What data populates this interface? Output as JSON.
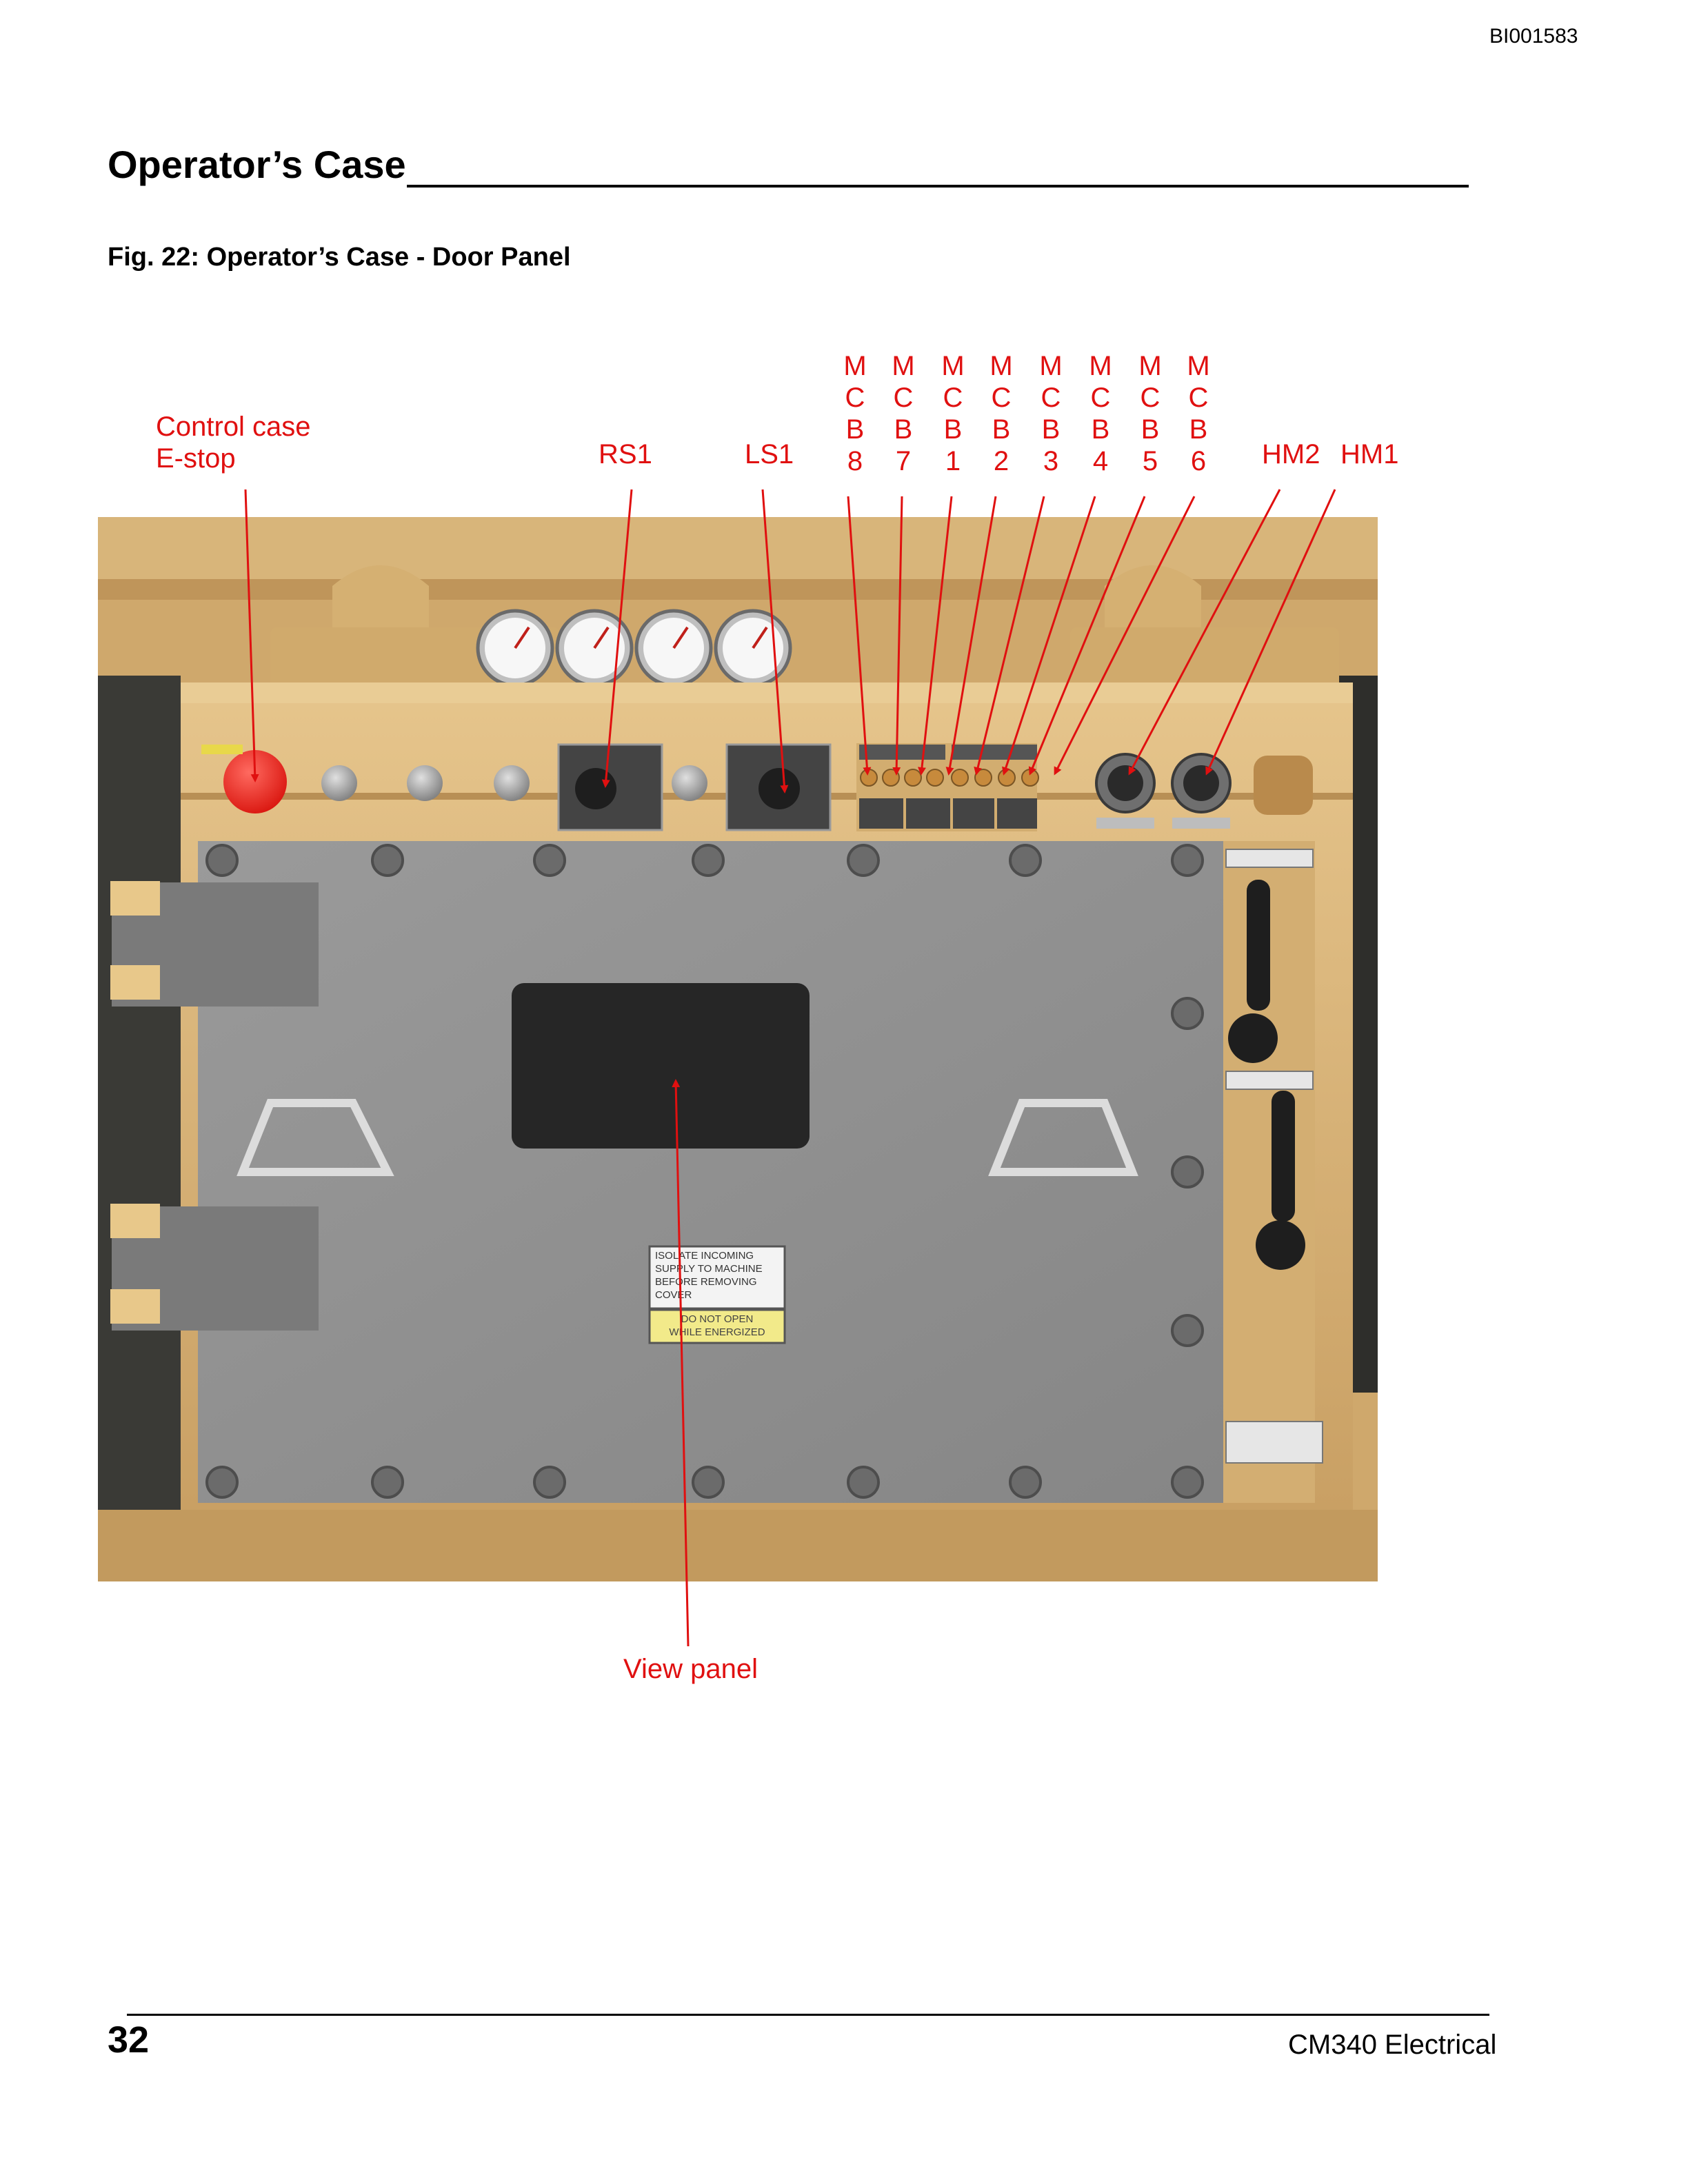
{
  "header": {
    "doc_id": "BI001583"
  },
  "section": {
    "title": "Operator’s Case"
  },
  "figure": {
    "caption": "Fig. 22:  Operator’s Case - Door Panel",
    "callouts": {
      "estop_line1": "Control case",
      "estop_line2": "E-stop",
      "rs1": "RS1",
      "ls1": "LS1",
      "hm2": "HM2",
      "hm1": "HM1",
      "view_panel": "View panel",
      "mcb": [
        {
          "l1": "M",
          "l2": "C",
          "l3": "B",
          "n": "8"
        },
        {
          "l1": "M",
          "l2": "C",
          "l3": "B",
          "n": "7"
        },
        {
          "l1": "M",
          "l2": "C",
          "l3": "B",
          "n": "1"
        },
        {
          "l1": "M",
          "l2": "C",
          "l3": "B",
          "n": "2"
        },
        {
          "l1": "M",
          "l2": "C",
          "l3": "B",
          "n": "3"
        },
        {
          "l1": "M",
          "l2": "C",
          "l3": "B",
          "n": "4"
        },
        {
          "l1": "M",
          "l2": "C",
          "l3": "B",
          "n": "5"
        },
        {
          "l1": "M",
          "l2": "C",
          "l3": "B",
          "n": "6"
        }
      ]
    },
    "labels": {
      "warning_plate_lines": [
        "ISOLATE  INCOMING",
        "SUPPLY  TO  MACHINE",
        "BEFORE  REMOVING",
        "COVER"
      ],
      "caution_plate_lines": [
        "DO  NOT  OPEN",
        "WHILE  ENERGIZED"
      ]
    },
    "colors": {
      "callout": "#e01010",
      "machine_tan": "#d9b67a",
      "door_gray": "#8c8c8c",
      "estop_red": "#e8231c"
    }
  },
  "footer": {
    "page_number": "32",
    "document_name": "CM340 Electrical"
  }
}
